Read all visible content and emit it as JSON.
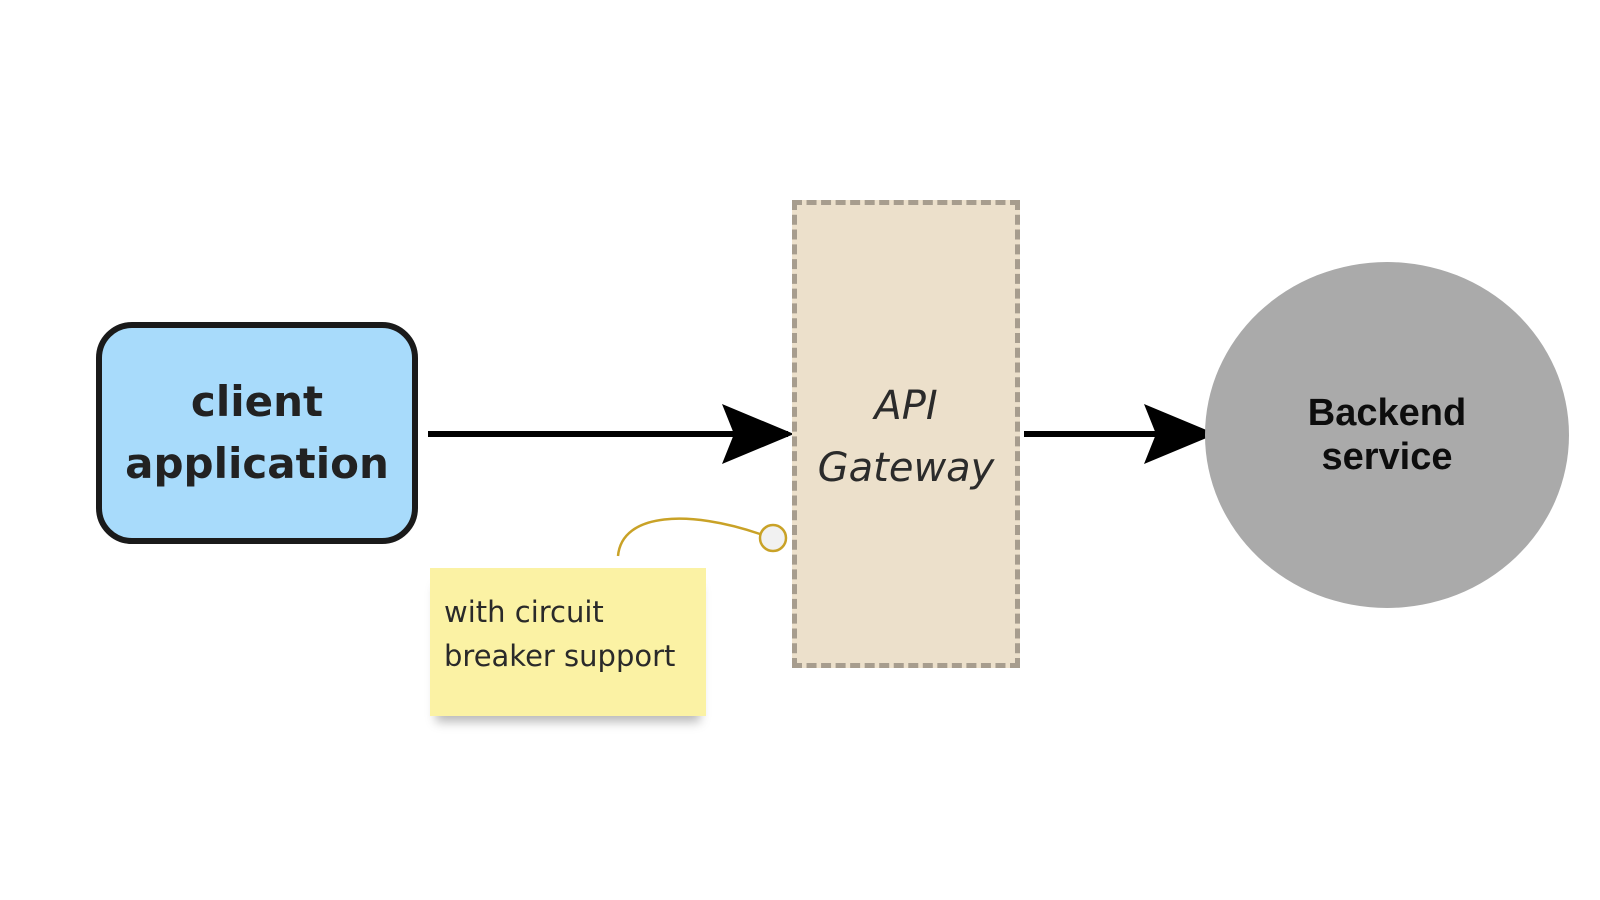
{
  "diagram": {
    "client": {
      "label": "client application",
      "fill": "#a8dbfb",
      "border": "#1a1a1a"
    },
    "gateway": {
      "label": "API Gateway",
      "fill": "#ece0cb",
      "border": "#a79d8e"
    },
    "backend": {
      "label": "Backend service",
      "fill": "#aaaaaa"
    },
    "note": {
      "text": "with circuit breaker support",
      "fill": "#fbf2a4",
      "connector_color": "#c9a227"
    },
    "edges": [
      {
        "from": "client application",
        "to": "API Gateway",
        "arrow": "forward"
      },
      {
        "from": "API Gateway",
        "to": "Backend service",
        "arrow": "forward"
      }
    ]
  }
}
